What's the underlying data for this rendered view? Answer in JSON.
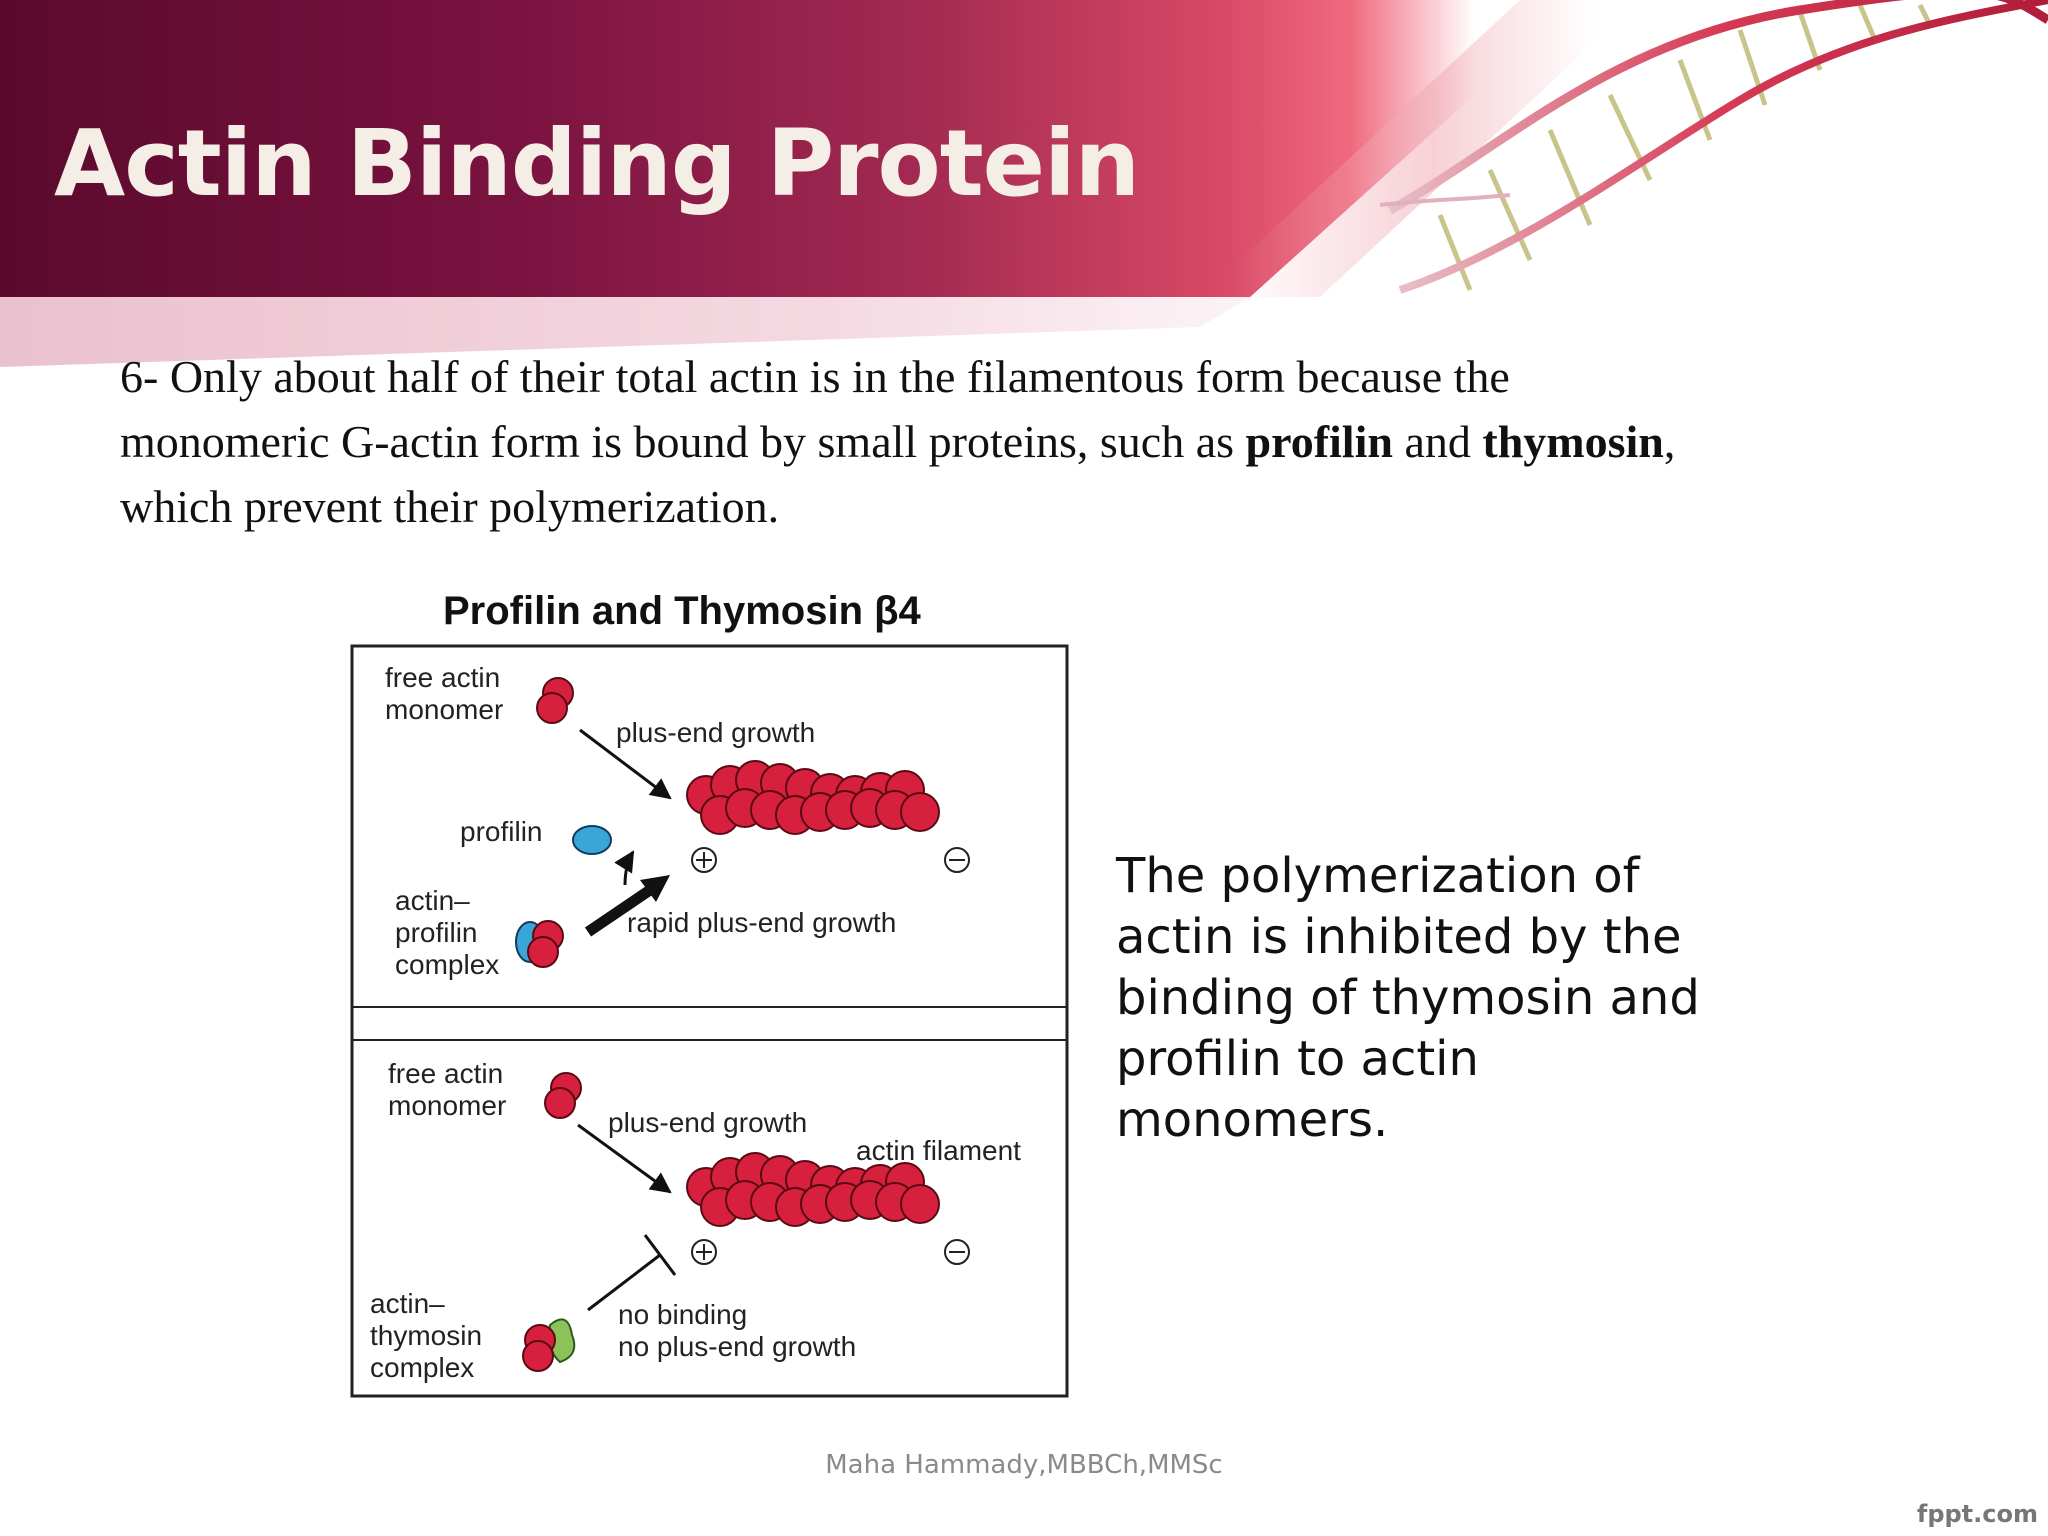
{
  "slide": {
    "title": "Actin Binding Protein",
    "paragraph": {
      "lead": "6- Only about half of their total actin is in the filamentous form because the monomeric G-actin form is bound by small proteins, such as ",
      "bold1": "profilin",
      "mid": " and ",
      "bold2": "thymosin",
      "tail": ", which prevent their polymerization."
    },
    "side_text": "The polymerization of actin is inhibited by the binding of thymosin and profilin to actin monomers.",
    "footer": "Maha Hammady,MBBCh,MMSc",
    "watermark": "fppt.com"
  },
  "figure": {
    "title": "Profilin and Thymosin β4",
    "top_panel": {
      "free_actin_line1": "free actin",
      "free_actin_line2": "monomer",
      "plus_end_growth": "plus-end growth",
      "profilin": "profilin",
      "complex_line1": "actin–",
      "complex_line2": "profilin",
      "complex_line3": "complex",
      "rapid_growth": "rapid plus-end growth"
    },
    "bottom_panel": {
      "free_actin_line1": "free actin",
      "free_actin_line2": "monomer",
      "plus_end_growth": "plus-end growth",
      "actin_filament": "actin filament",
      "complex_line1": "actin–",
      "complex_line2": "thymosin",
      "complex_line3": "complex",
      "no_binding": "no binding",
      "no_growth": "no plus-end growth"
    },
    "colors": {
      "actin": "#d6203e",
      "profilin": "#3aa6d8",
      "thymosin": "#8cc25a"
    }
  }
}
